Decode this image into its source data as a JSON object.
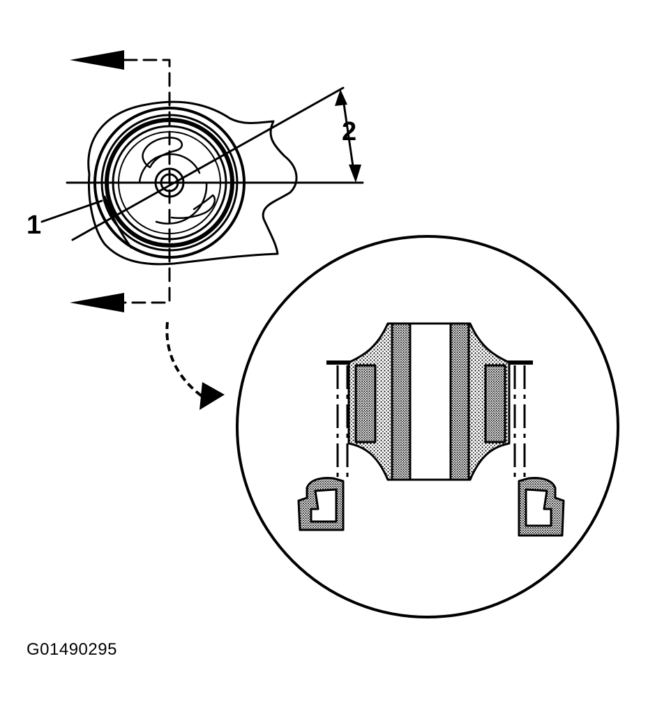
{
  "callouts": [
    {
      "id": "callout-1",
      "text": "1"
    },
    {
      "id": "callout-2",
      "text": "2"
    }
  ],
  "figure_id": "G01490295",
  "colors": {
    "ink": "#000000",
    "paper": "#ffffff",
    "shade": "#bdbdbd"
  }
}
